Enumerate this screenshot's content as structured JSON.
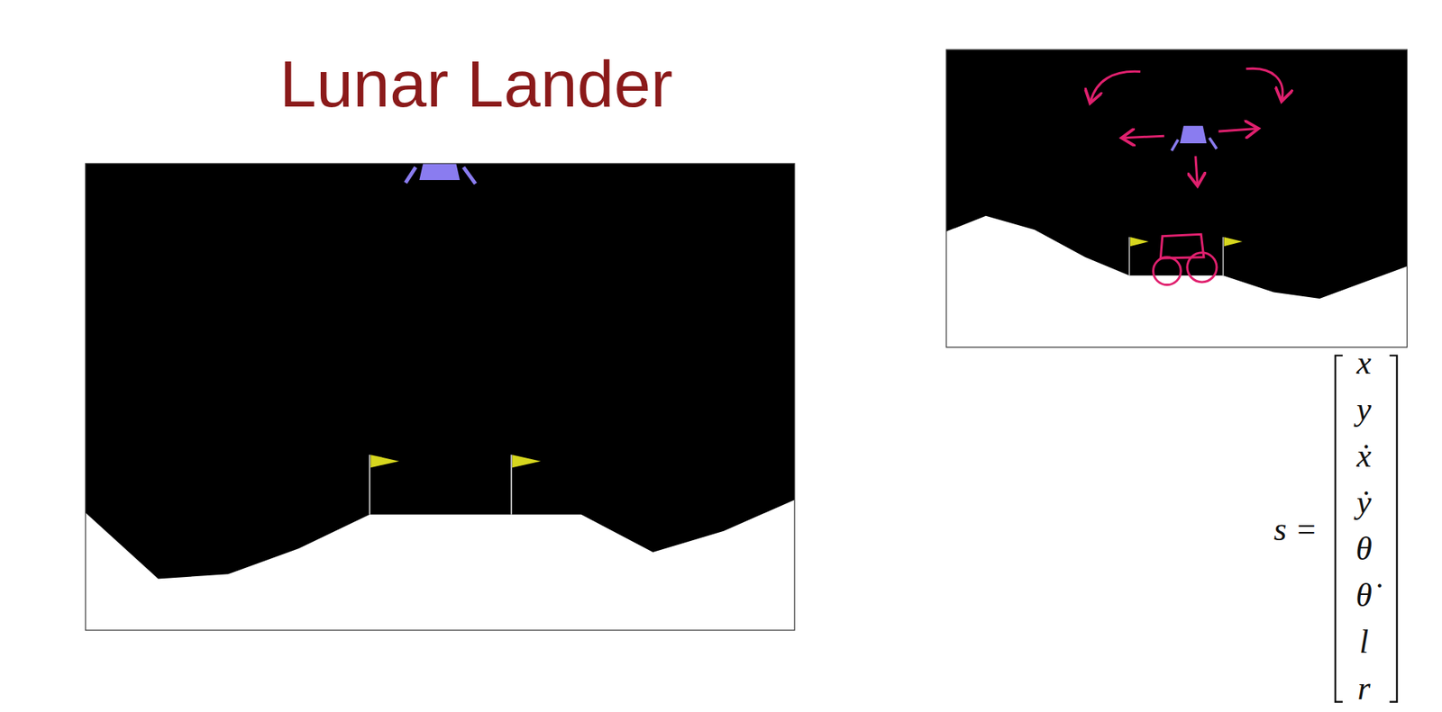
{
  "diagram": {
    "title": "Lunar Lander",
    "labels": [
      "s =",
      "x",
      "y",
      "ẋ",
      "ẏ",
      "θ",
      "θ̇",
      "l",
      "r"
    ]
  }
}
